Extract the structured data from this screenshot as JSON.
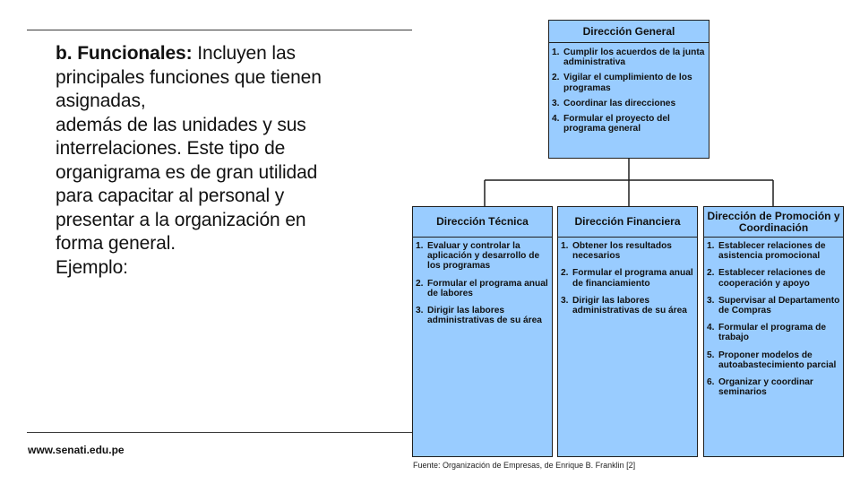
{
  "slide": {
    "heading": "b. Funcionales:",
    "body_lines": [
      "Incluyen las",
      "principales funciones que tienen",
      "asignadas,",
      "además de las unidades y sus",
      "interrelaciones. Este tipo de",
      "organigrama es de gran utilidad",
      "para capacitar al personal y",
      "presentar a la organización en",
      "forma general.",
      "Ejemplo:"
    ],
    "website": "www.senati.edu.pe"
  },
  "orgchart": {
    "general": {
      "title": "Dirección General",
      "items": [
        {
          "num": "1.",
          "text": "Cumplir los acuerdos de la junta administrativa"
        },
        {
          "num": "2.",
          "text": "Vigilar el cumplimiento de los programas"
        },
        {
          "num": "3.",
          "text": "Coordinar las direcciones"
        },
        {
          "num": "4.",
          "text": "Formular el proyecto del programa general"
        }
      ]
    },
    "tecnica": {
      "title": "Dirección Técnica",
      "items": [
        {
          "num": "1.",
          "text": "Evaluar y controlar la aplicación y desarrollo de los programas"
        },
        {
          "num": "2.",
          "text": "Formular el programa anual de labores"
        },
        {
          "num": "3.",
          "text": "Dirigir las labores administrativas de su área"
        }
      ]
    },
    "financiera": {
      "title": "Dirección Financiera",
      "items": [
        {
          "num": "1.",
          "text": "Obtener los resultados necesarios"
        },
        {
          "num": "2.",
          "text": "Formular el programa anual de financiamiento"
        },
        {
          "num": "3.",
          "text": "Dirigir las labores administrativas de su área"
        }
      ]
    },
    "promocion": {
      "title": "Dirección de Promoción y Coordinación",
      "items": [
        {
          "num": "1.",
          "text": "Establecer relaciones de asistencia promocional"
        },
        {
          "num": "2.",
          "text": "Establecer relaciones de cooperación y apoyo"
        },
        {
          "num": "3.",
          "text": "Supervisar al Departamento de Compras"
        },
        {
          "num": "4.",
          "text": "Formular el programa de trabajo"
        },
        {
          "num": "5.",
          "text": "Proponer modelos de autoabastecimiento parcial"
        },
        {
          "num": "6.",
          "text": "Organizar y coordinar seminarios"
        }
      ]
    },
    "source": "Fuente: Organización de Empresas, de Enrique B. Franklin [2]",
    "colors": {
      "box_fill": "#99ccff",
      "border": "#1f1f1f"
    }
  }
}
